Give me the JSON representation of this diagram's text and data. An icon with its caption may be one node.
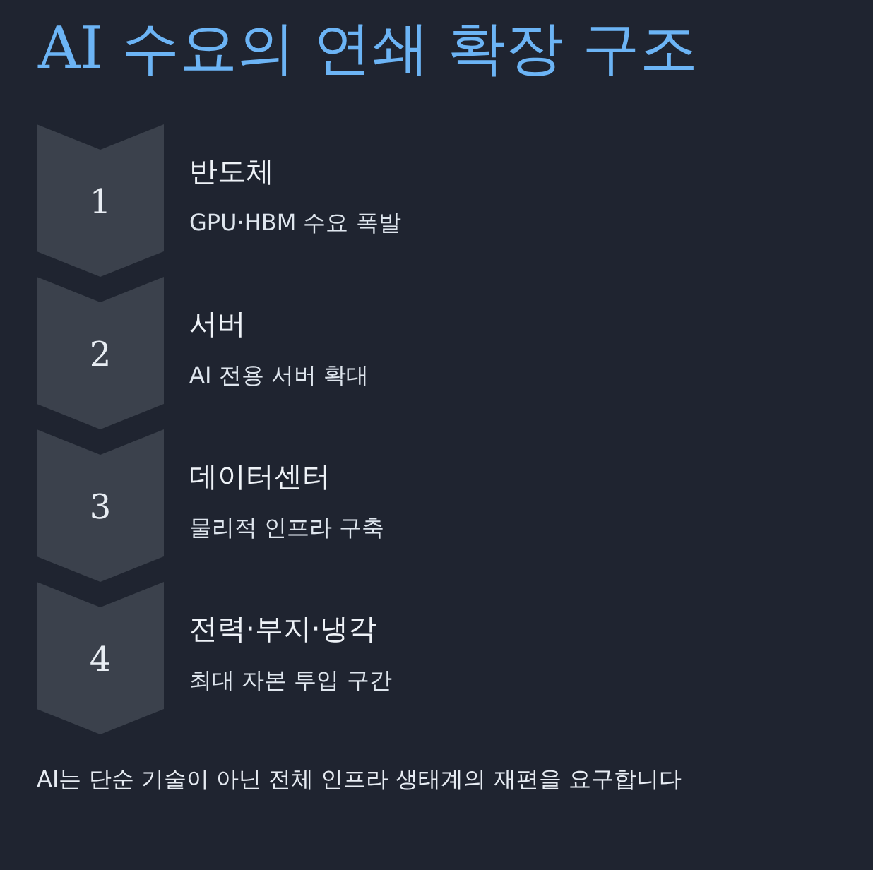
{
  "diagram": {
    "title": "AI 수요의 연쇄 확장 구조",
    "nodes": [
      {
        "text": [
          "1"
        ],
        "beside": [
          "반도체",
          "GPU·HBM 수요 폭발"
        ]
      },
      {
        "text": [
          "2"
        ],
        "beside": [
          "서버",
          "AI 전용 서버 확대"
        ]
      },
      {
        "text": [
          "3"
        ],
        "beside": [
          "데이터센터",
          "물리적 인프라 구축"
        ]
      },
      {
        "text": [
          "4"
        ],
        "beside": [
          "전력·부지·냉각",
          "최대 자본 투입 구간"
        ]
      }
    ],
    "caption": "AI는 단순 기술이 아닌 전체 인프라 생태계의 재편을 요구합니다"
  }
}
